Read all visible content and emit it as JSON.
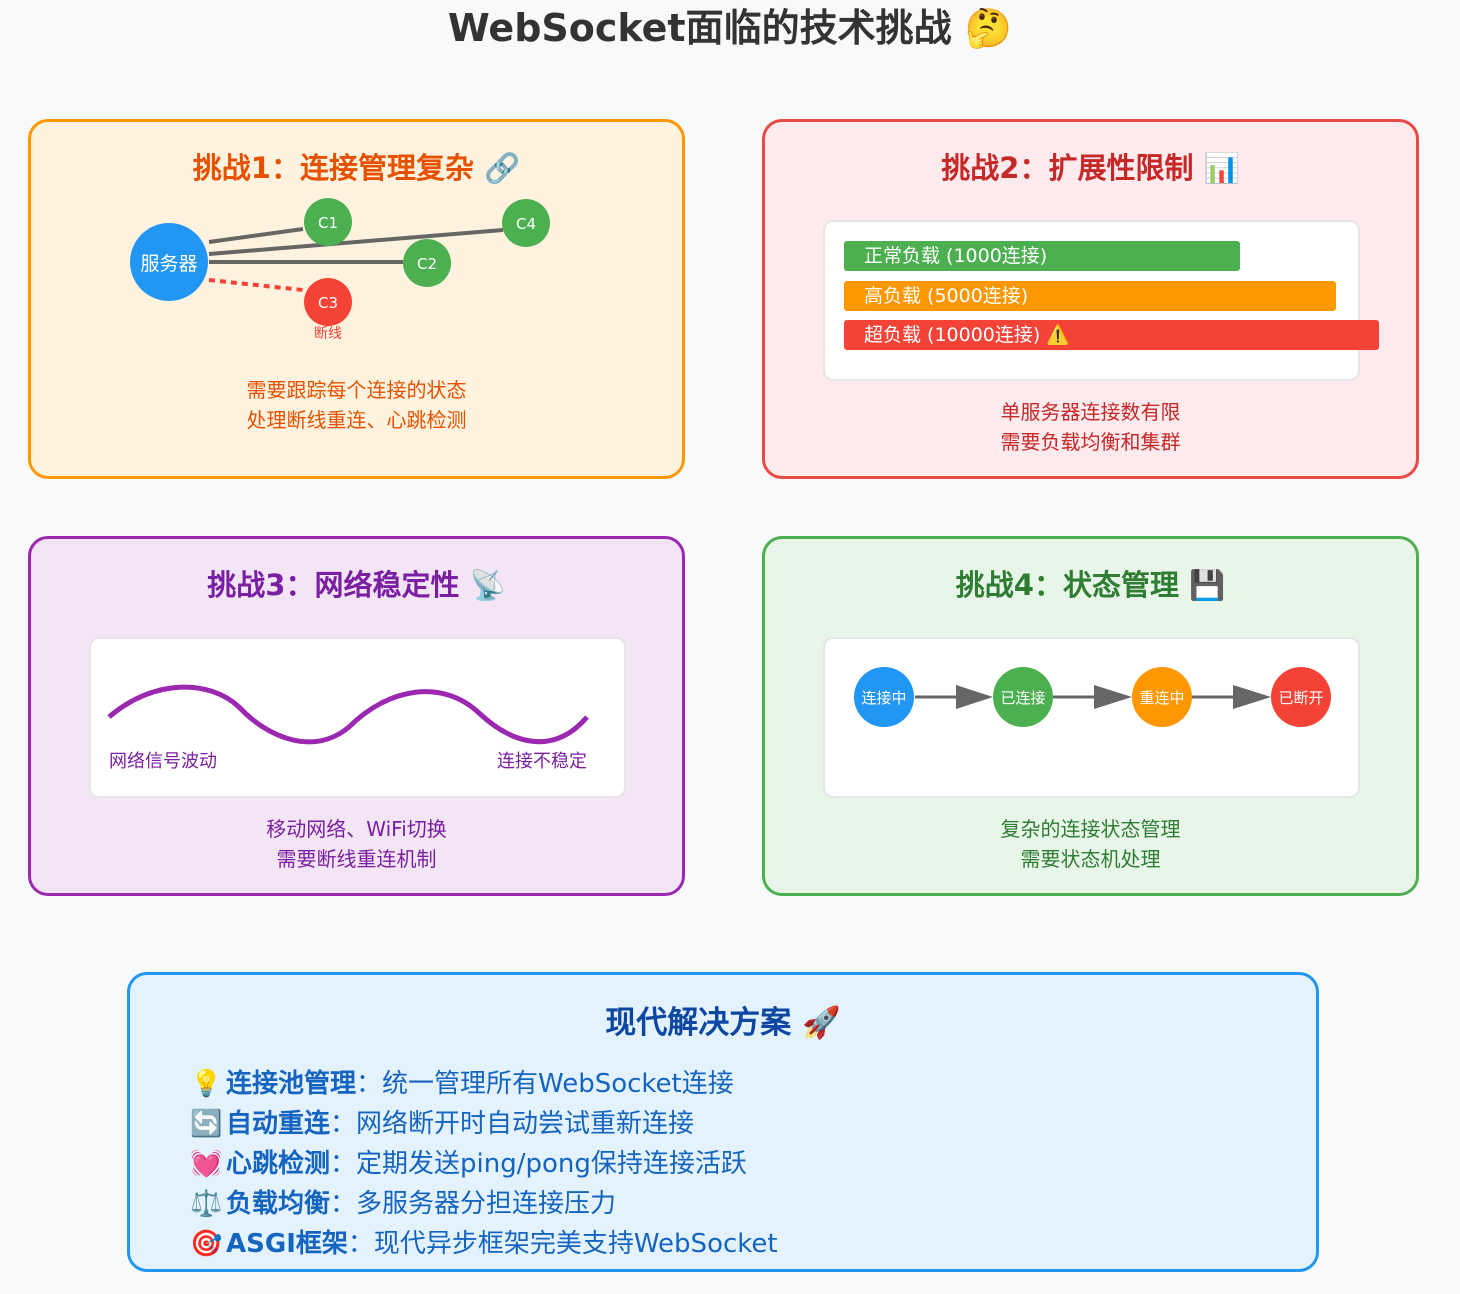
{
  "page": {
    "title": "WebSocket面临的技术挑战 🤔"
  },
  "challenges": [
    {
      "title": "挑战1：连接管理复杂 🔗",
      "diagram": {
        "server_label": "服务器",
        "clients": [
          "C1",
          "C2",
          "C3",
          "C4"
        ],
        "disconnected_label": "断线"
      },
      "desc": [
        "需要跟踪每个连接的状态",
        "处理断线重连、心跳检测"
      ]
    },
    {
      "title": "挑战2：扩展性限制 📊",
      "load_bars": [
        {
          "label": "正常负载 (1000连接)",
          "color": "#4caf50",
          "fraction": 0.74
        },
        {
          "label": "高负载 (5000连接)",
          "color": "#ff9800",
          "fraction": 0.92
        },
        {
          "label": "超负载 (10000连接) ⚠️",
          "color": "#f44336",
          "fraction": 1.0
        }
      ],
      "desc": [
        "单服务器连接数有限",
        "需要负载均衡和集群"
      ]
    },
    {
      "title": "挑战3：网络稳定性 📡",
      "wave_left_label": "网络信号波动",
      "wave_right_label": "连接不稳定",
      "desc": [
        "移动网络、WiFi切换",
        "需要断线重连机制"
      ]
    },
    {
      "title": "挑战4：状态管理 💾",
      "states": [
        {
          "label": "连接中",
          "color": "#2196f3"
        },
        {
          "label": "已连接",
          "color": "#4caf50"
        },
        {
          "label": "重连中",
          "color": "#ff9800"
        },
        {
          "label": "已断开",
          "color": "#f44336"
        }
      ],
      "desc": [
        "复杂的连接状态管理",
        "需要状态机处理"
      ]
    }
  ],
  "solution": {
    "title": "现代解决方案 🚀",
    "items": [
      {
        "icon": "💡",
        "name": "连接池管理",
        "text": "：统一管理所有WebSocket连接"
      },
      {
        "icon": "🔄",
        "name": "自动重连",
        "text": "：网络断开时自动尝试重新连接"
      },
      {
        "icon": "💓",
        "name": "心跳检测",
        "text": "：定期发送ping/pong保持连接活跃"
      },
      {
        "icon": "⚖️",
        "name": "负载均衡",
        "text": "：多服务器分担连接压力"
      },
      {
        "icon": "🎯",
        "name": "ASGI框架",
        "text": "：现代异步框架完美支持WebSocket"
      }
    ]
  },
  "colors": {
    "server": "#2196f3",
    "client_ok": "#4caf50",
    "client_lost": "#f44336",
    "wave": "#9c27b0",
    "link": "#666666"
  }
}
